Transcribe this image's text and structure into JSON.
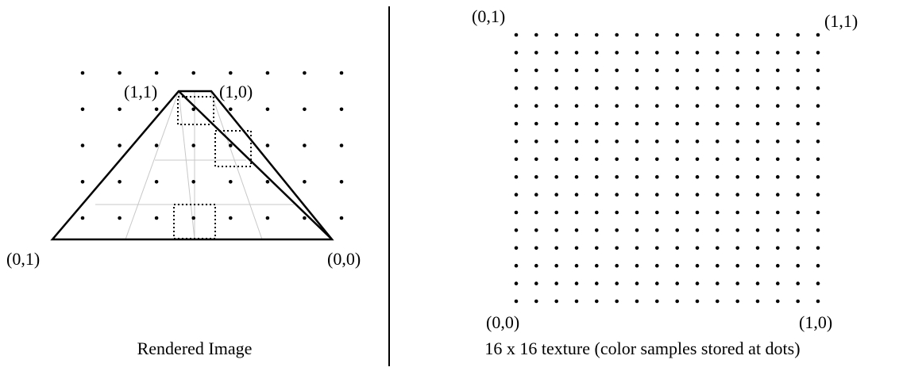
{
  "left_panel": {
    "caption": "Rendered Image",
    "vertex_labels": {
      "top_left": "(1,1)",
      "top_right": "(1,0)",
      "bottom_left": "(0,1)",
      "bottom_right": "(0,0)"
    },
    "sample_grid": {
      "columns": 8,
      "rows": 5
    }
  },
  "right_panel": {
    "caption": "16 x 16 texture (color samples stored at dots)",
    "corner_labels": {
      "top_left": "(0,1)",
      "top_right": "(1,1)",
      "bottom_left": "(0,0)",
      "bottom_right": "(1,0)"
    },
    "texture_grid": {
      "columns": 16,
      "rows": 16
    }
  }
}
